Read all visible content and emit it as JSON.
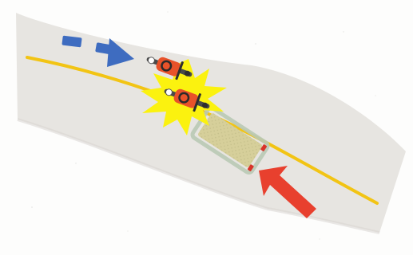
{
  "scene": {
    "colors": {
      "road": "#e7e5e1",
      "road_edge": "#d8d6d2",
      "center_line": "#f2c414",
      "motorcycle_arrow": "#3e6cc0",
      "vehicle_arrow": "#e8402e",
      "impact_flash": "#fbf20f",
      "rider_jacket": "#e8522a",
      "vehicle_body": "#d6cf9a",
      "vehicle_outline": "#b9c9b5",
      "tail_light": "#d8342a"
    },
    "motorcycle_direction": "left-to-right",
    "vehicle_direction": "right-to-left",
    "motorcycle_count": 2
  }
}
